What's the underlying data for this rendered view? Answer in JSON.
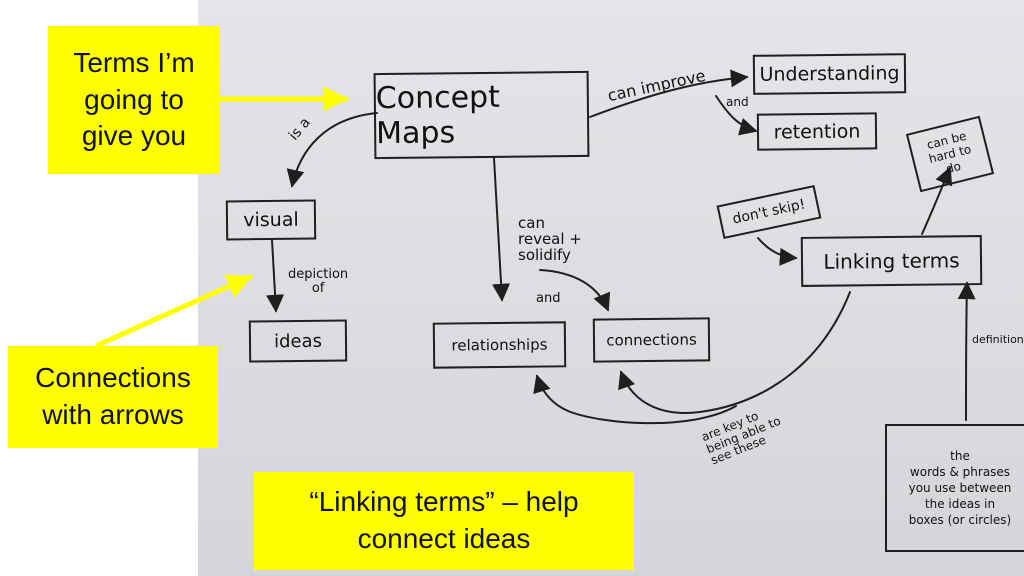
{
  "callouts": {
    "terms": "Terms I’m\ngoing to\ngive you",
    "connections": "Connections\nwith arrows",
    "linking": "“Linking terms” – help\nconnect ideas"
  },
  "nodes": {
    "concept_maps": "Concept Maps",
    "understanding": "Understanding",
    "retention": "retention",
    "visual": "visual",
    "ideas": "ideas",
    "relationships": "relationships",
    "connections": "connections",
    "linking_terms": "Linking terms",
    "cant_skip": "don't skip!",
    "hard_to_do": "can be\nhard to\ndo",
    "words_phrases": "the\nwords & phrases\nyou use between\nthe ideas in\nboxes (or circles)"
  },
  "links": {
    "can_improve": "can improve",
    "and_retention": "and",
    "is_a": "is a",
    "can_reveal": "can\nreveal +\nsolidify",
    "and_conn": "and",
    "depiction_of": "depiction\nof",
    "definition": "definition",
    "are_key": "are key to\nbeing able to\nsee these"
  },
  "colors": {
    "highlight": "#ffff00",
    "ink": "#1f1f1f",
    "paper": "#dfe0e3"
  }
}
